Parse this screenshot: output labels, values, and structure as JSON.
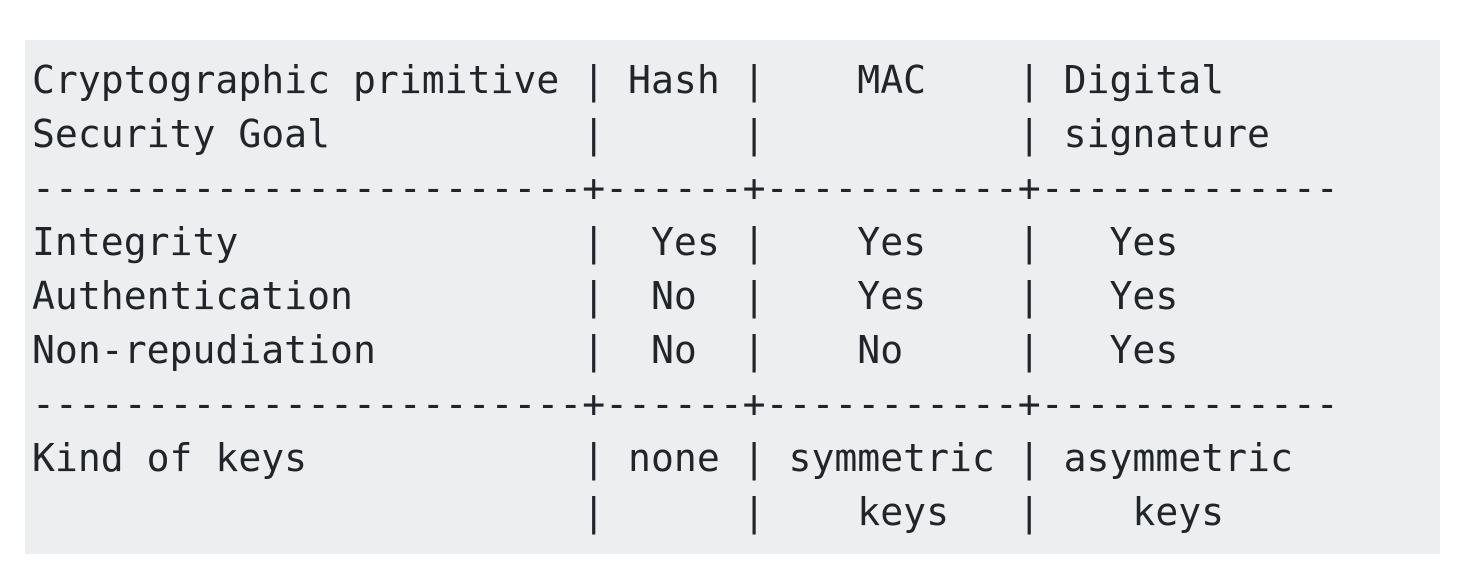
{
  "colors": {
    "page_background": "#ffffff",
    "panel_background": "#eceef0",
    "text": "#212529"
  },
  "ascii": {
    "lines": [
      "Cryptographic primitive | Hash |    MAC    | Digital",
      "Security Goal           |      |           | signature",
      "------------------------+------+-----------+-------------",
      "Integrity               |  Yes |    Yes    |   Yes",
      "Authentication          |  No  |    Yes    |   Yes",
      "Non-repudiation         |  No  |    No     |   Yes",
      "------------------------+------+-----------+-------------",
      "Kind of keys            | none | symmetric | asymmetric",
      "                        |      |    keys   |    keys"
    ]
  },
  "table_semantic": {
    "corner_header_line1": "Cryptographic primitive",
    "corner_header_line2": "Security Goal",
    "columns": [
      "Hash",
      "MAC",
      "Digital signature"
    ],
    "rows": [
      {
        "label": "Integrity",
        "values": [
          "Yes",
          "Yes",
          "Yes"
        ]
      },
      {
        "label": "Authentication",
        "values": [
          "No",
          "Yes",
          "Yes"
        ]
      },
      {
        "label": "Non-repudiation",
        "values": [
          "No",
          "No",
          "Yes"
        ]
      },
      {
        "label": "Kind of keys",
        "values": [
          "none",
          "symmetric keys",
          "asymmetric keys"
        ]
      }
    ]
  }
}
